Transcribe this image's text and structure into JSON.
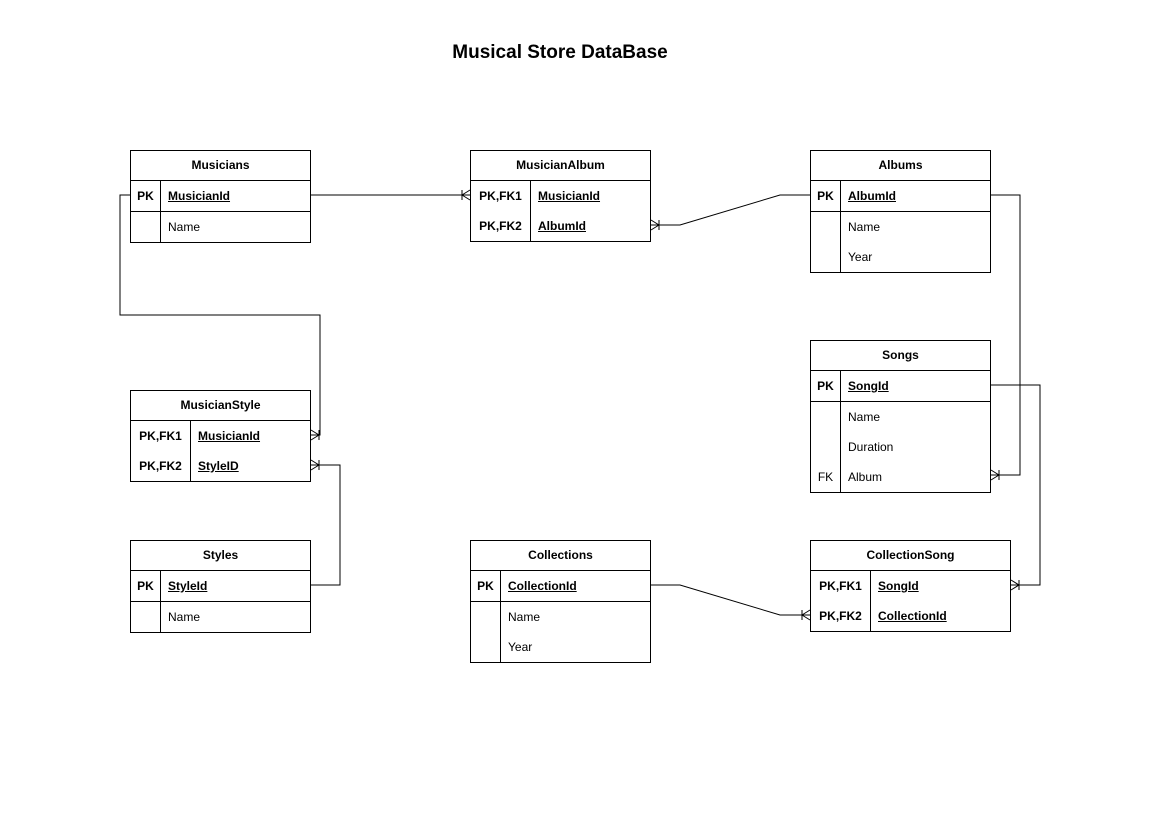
{
  "title": "Musical Store DataBase",
  "entities": {
    "musicians": {
      "name": "Musicians",
      "pk_rows": [
        {
          "key": "PK",
          "field": "MusicianId"
        }
      ],
      "attr_rows": [
        {
          "key": "",
          "field": "Name"
        }
      ]
    },
    "musician_album": {
      "name": "MusicianAlbum",
      "pk_rows": [
        {
          "key": "PK,FK1",
          "field": "MusicianId"
        },
        {
          "key": "PK,FK2",
          "field": "AlbumId"
        }
      ],
      "attr_rows": []
    },
    "albums": {
      "name": "Albums",
      "pk_rows": [
        {
          "key": "PK",
          "field": "AlbumId"
        }
      ],
      "attr_rows": [
        {
          "key": "",
          "field": "Name"
        },
        {
          "key": "",
          "field": "Year"
        }
      ]
    },
    "songs": {
      "name": "Songs",
      "pk_rows": [
        {
          "key": "PK",
          "field": "SongId"
        }
      ],
      "attr_rows": [
        {
          "key": "",
          "field": "Name"
        },
        {
          "key": "",
          "field": "Duration"
        },
        {
          "key": "FK",
          "field": "Album"
        }
      ]
    },
    "musician_style": {
      "name": "MusicianStyle",
      "pk_rows": [
        {
          "key": "PK,FK1",
          "field": "MusicianId"
        },
        {
          "key": "PK,FK2",
          "field": "StyleID"
        }
      ],
      "attr_rows": []
    },
    "styles": {
      "name": "Styles",
      "pk_rows": [
        {
          "key": "PK",
          "field": "StyleId"
        }
      ],
      "attr_rows": [
        {
          "key": "",
          "field": "Name"
        }
      ]
    },
    "collections": {
      "name": "Collections",
      "pk_rows": [
        {
          "key": "PK",
          "field": "CollectionId"
        }
      ],
      "attr_rows": [
        {
          "key": "",
          "field": "Name"
        },
        {
          "key": "",
          "field": "Year"
        }
      ]
    },
    "collection_song": {
      "name": "CollectionSong",
      "pk_rows": [
        {
          "key": "PK,FK1",
          "field": "SongId"
        },
        {
          "key": "PK,FK2",
          "field": "CollectionId"
        }
      ],
      "attr_rows": []
    }
  },
  "relationships": [
    {
      "from": "Musicians.MusicianId",
      "to": "MusicianAlbum.MusicianId",
      "cardinality": "one-to-many"
    },
    {
      "from": "Albums.AlbumId",
      "to": "MusicianAlbum.AlbumId",
      "cardinality": "one-to-many"
    },
    {
      "from": "Musicians.MusicianId",
      "to": "MusicianStyle.MusicianId",
      "cardinality": "one-to-many"
    },
    {
      "from": "Styles.StyleId",
      "to": "MusicianStyle.StyleID",
      "cardinality": "one-to-many"
    },
    {
      "from": "Albums.AlbumId",
      "to": "Songs.Album",
      "cardinality": "one-to-many"
    },
    {
      "from": "Songs.SongId",
      "to": "CollectionSong.SongId",
      "cardinality": "one-to-many"
    },
    {
      "from": "Collections.CollectionId",
      "to": "CollectionSong.CollectionId",
      "cardinality": "one-to-many"
    }
  ]
}
